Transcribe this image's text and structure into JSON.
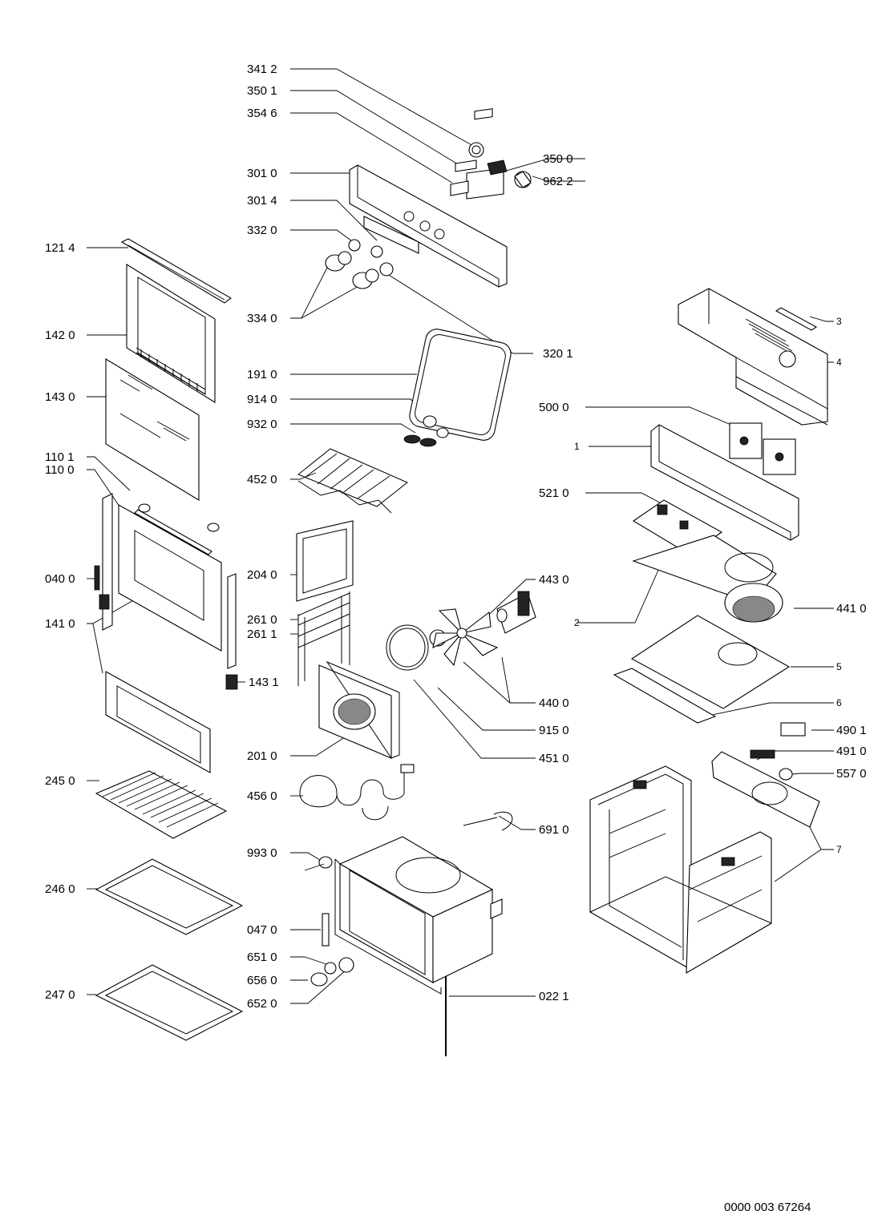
{
  "labels": [
    {
      "id": "3412",
      "text": "341 2"
    },
    {
      "id": "3501",
      "text": "350 1"
    },
    {
      "id": "3546",
      "text": "354 6"
    },
    {
      "id": "3500",
      "text": "350 0"
    },
    {
      "id": "9622",
      "text": "962 2"
    },
    {
      "id": "3010",
      "text": "301 0"
    },
    {
      "id": "3014",
      "text": "301 4"
    },
    {
      "id": "3320",
      "text": "332 0"
    },
    {
      "id": "1214",
      "text": "121 4"
    },
    {
      "id": "3340",
      "text": "334 0"
    },
    {
      "id": "1420",
      "text": "142 0"
    },
    {
      "id": "3201",
      "text": "320 1"
    },
    {
      "id": "3",
      "text": "3"
    },
    {
      "id": "4",
      "text": "4"
    },
    {
      "id": "1430",
      "text": "143 0"
    },
    {
      "id": "1910",
      "text": "191 0"
    },
    {
      "id": "9140",
      "text": "914 0"
    },
    {
      "id": "5000",
      "text": "500 0"
    },
    {
      "id": "9320",
      "text": "932 0"
    },
    {
      "id": "1",
      "text": "1"
    },
    {
      "id": "1101",
      "text": "110 1"
    },
    {
      "id": "1100",
      "text": "110 0"
    },
    {
      "id": "4520",
      "text": "452 0"
    },
    {
      "id": "5210",
      "text": "521 0"
    },
    {
      "id": "0400",
      "text": "040 0"
    },
    {
      "id": "2040",
      "text": "204 0"
    },
    {
      "id": "4430",
      "text": "443 0"
    },
    {
      "id": "1410",
      "text": "141 0"
    },
    {
      "id": "2",
      "text": "2"
    },
    {
      "id": "4410",
      "text": "441 0"
    },
    {
      "id": "2610",
      "text": "261 0"
    },
    {
      "id": "2611",
      "text": "261 1"
    },
    {
      "id": "5",
      "text": "5"
    },
    {
      "id": "1431",
      "text": "143 1"
    },
    {
      "id": "4400",
      "text": "440 0"
    },
    {
      "id": "6",
      "text": "6"
    },
    {
      "id": "9150",
      "text": "915 0"
    },
    {
      "id": "4901",
      "text": "490 1"
    },
    {
      "id": "2010",
      "text": "201 0"
    },
    {
      "id": "4510",
      "text": "451 0"
    },
    {
      "id": "4910",
      "text": "491 0"
    },
    {
      "id": "5570",
      "text": "557 0"
    },
    {
      "id": "2450",
      "text": "245 0"
    },
    {
      "id": "4560",
      "text": "456 0"
    },
    {
      "id": "6910",
      "text": "691 0"
    },
    {
      "id": "9930",
      "text": "993 0"
    },
    {
      "id": "7",
      "text": "7"
    },
    {
      "id": "2460",
      "text": "246 0"
    },
    {
      "id": "0470",
      "text": "047 0"
    },
    {
      "id": "6510",
      "text": "651 0"
    },
    {
      "id": "2470",
      "text": "247 0"
    },
    {
      "id": "6560",
      "text": "656 0"
    },
    {
      "id": "0221",
      "text": "022 1"
    },
    {
      "id": "6520",
      "text": "652 0"
    }
  ],
  "document_code": "0000 003 67264"
}
